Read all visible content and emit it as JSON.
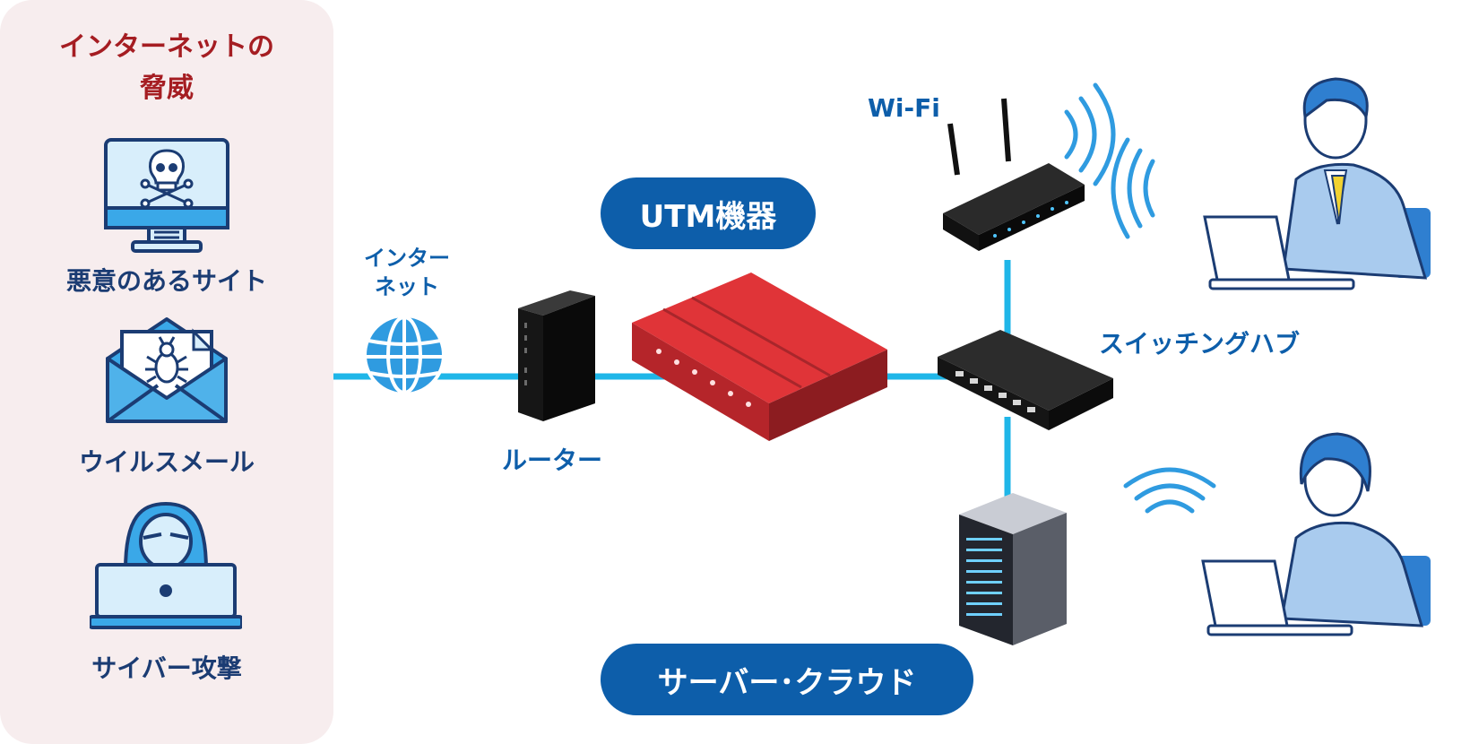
{
  "threats": {
    "title_line1": "インターネットの",
    "title_line2": "脅威",
    "items": [
      {
        "label": "悪意のあるサイト",
        "icon": "skull-monitor-icon"
      },
      {
        "label": "ウイルスメール",
        "icon": "bug-mail-icon"
      },
      {
        "label": "サイバー攻撃",
        "icon": "hacker-laptop-icon"
      }
    ]
  },
  "network": {
    "internet_line1": "インター",
    "internet_line2": "ネット",
    "router": "ルーター",
    "utm": "UTM機器",
    "wifi": "Wi-Fi",
    "switching_hub": "スイッチングハブ",
    "server_cloud": "サーバー･クラウド"
  },
  "colors": {
    "line": "#1fb6e8",
    "label_blue": "#0d5eaa",
    "threat_red": "#a51d22",
    "panel_bg": "#f7edee",
    "utm_red": "#c8282c"
  }
}
